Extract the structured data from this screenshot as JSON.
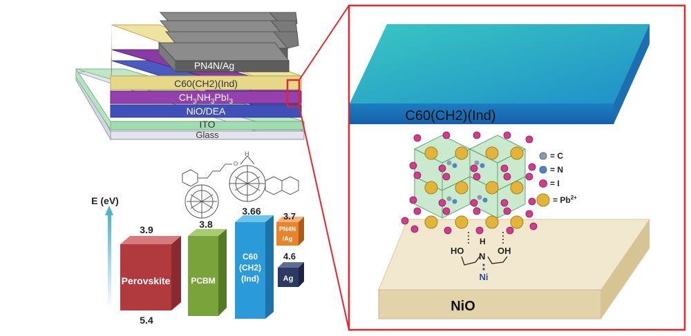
{
  "stack": {
    "layers": [
      "PN4N/Ag",
      "C60(CH2)(Ind)",
      "CH3NH3PbI3",
      "NiO/DEA",
      "ITO",
      "Glass"
    ],
    "perovskite_formula_parts": [
      "CH",
      "3",
      "NH",
      "3",
      "PbI",
      "3"
    ]
  },
  "energy": {
    "axis_label": "E (eV)",
    "bars": [
      {
        "name": "Perovskite",
        "top": "3.9",
        "bottom": "5.4",
        "color": "#b03a3e"
      },
      {
        "name": "PCBM",
        "top": "3.8",
        "color": "#7aa33c"
      },
      {
        "name_lines": [
          "C60",
          "(CH2)",
          "(Ind)"
        ],
        "top": "3.66",
        "color": "#2a9bd8"
      },
      {
        "name_lines": [
          "PN4N",
          "/Ag"
        ],
        "top": "3.7",
        "color": "#e8852a"
      },
      {
        "name": "Ag",
        "top": "4.6",
        "color": "#2c3a63"
      }
    ]
  },
  "zoom": {
    "top_layer": "C60(CH2)(Ind)",
    "bottom_layer": "NiO",
    "legend": [
      {
        "symbol": "= C",
        "color": "#8a9bb0"
      },
      {
        "symbol": "= N",
        "color": "#4f86c6"
      },
      {
        "symbol": "= I",
        "color": "#d23c8c"
      },
      {
        "symbol": "= Pb",
        "sup": "2+",
        "color": "#e3b43a"
      }
    ],
    "molecule": {
      "groups": [
        "HO",
        "N",
        "H",
        "OH"
      ],
      "metal": "Ni"
    }
  },
  "colors": {
    "highlight": "#e8232a"
  }
}
